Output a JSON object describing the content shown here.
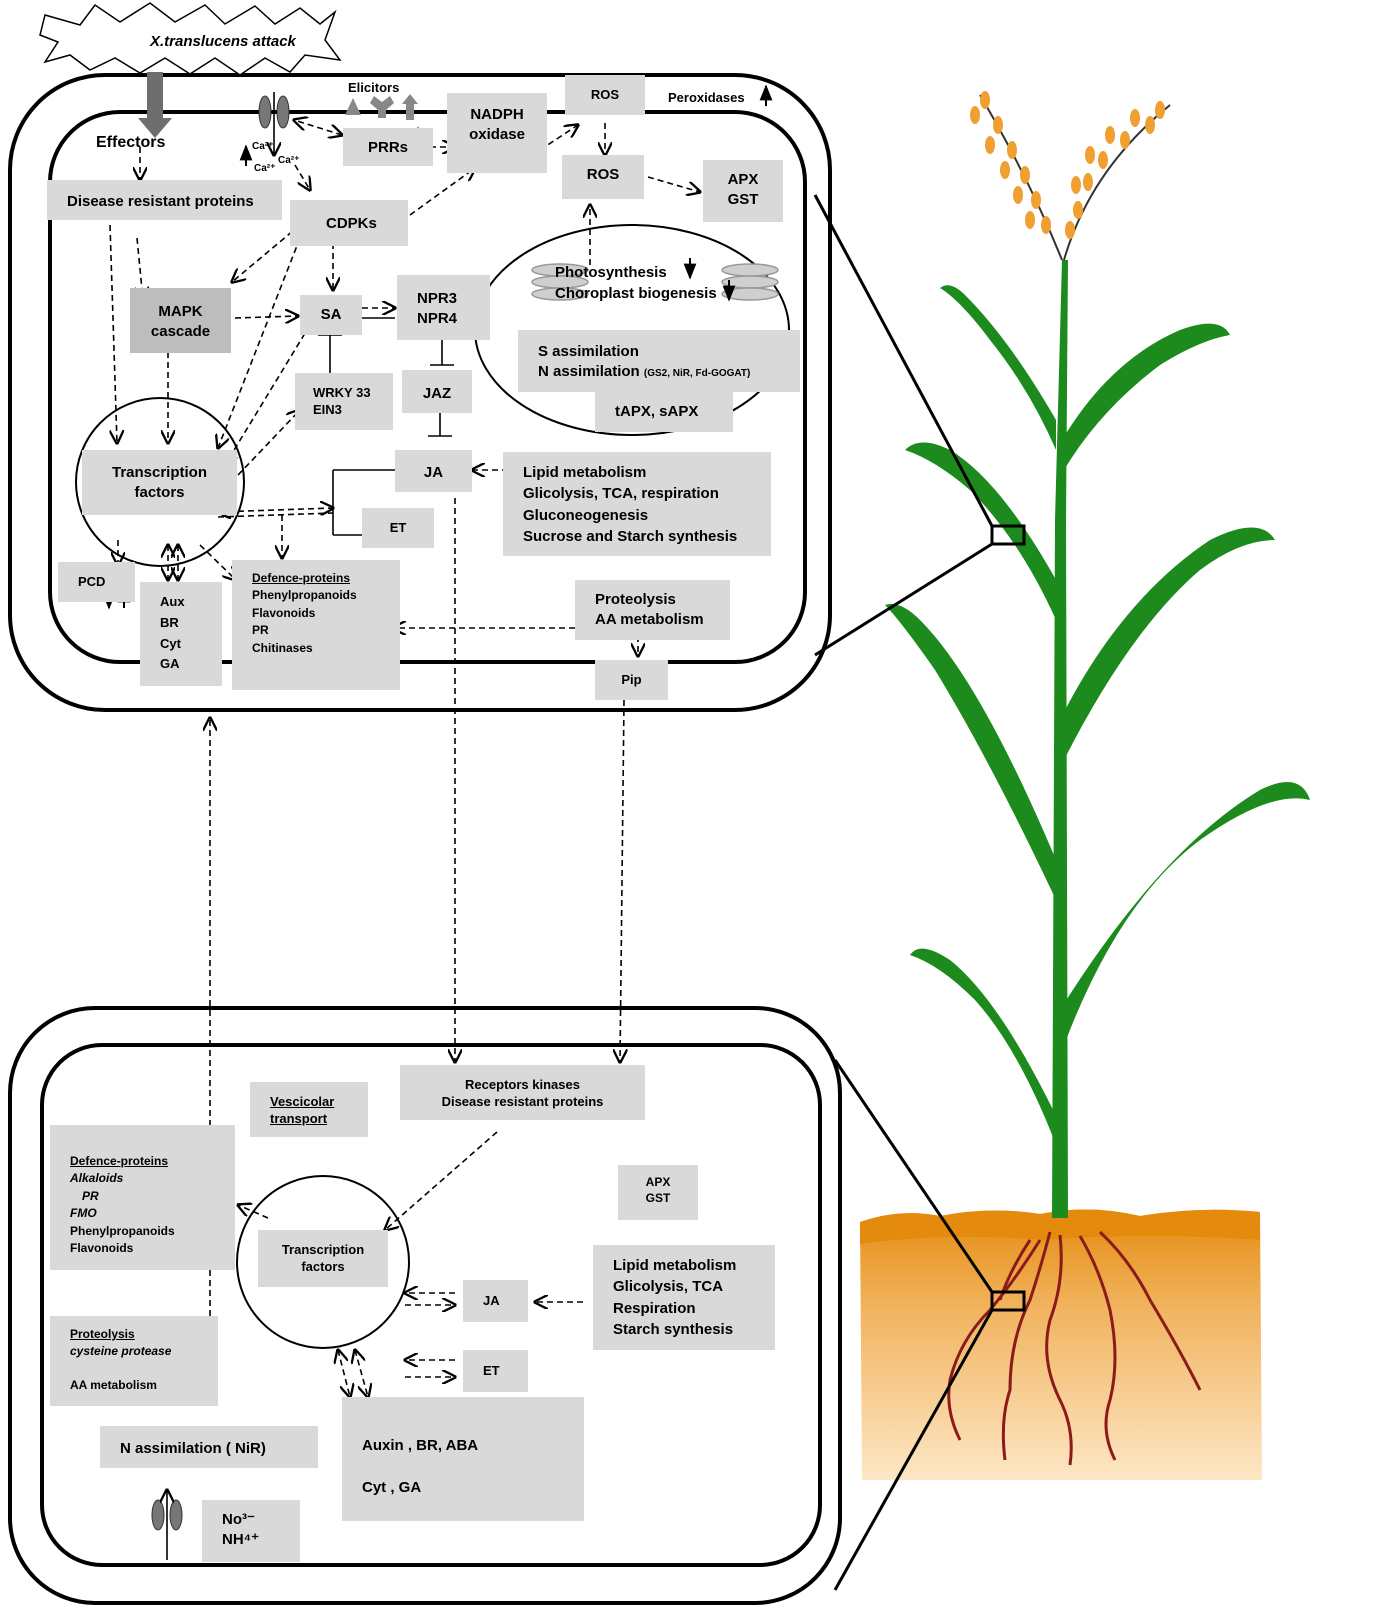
{
  "attack": {
    "label": "X.translucens attack"
  },
  "leaf": {
    "effectors": "Effectors",
    "elicitors": "Elicitors",
    "prrs": "PRRs",
    "ca1": "Ca²⁺",
    "ca2": "Ca²⁺",
    "ca3": "Ca²⁺",
    "nadph_1": "NADPH",
    "nadph_2": "oxidase",
    "ros_top": "ROS",
    "peroxidases": "Peroxidases",
    "ros": "ROS",
    "apx": "APX",
    "gst": "GST",
    "disease_resistant": "Disease resistant proteins",
    "cdpks": "CDPKs",
    "mapk_1": "MAPK",
    "mapk_2": "cascade",
    "sa": "SA",
    "npr3": "NPR3",
    "npr4": "NPR4",
    "photosynthesis": "Photosynthesis",
    "chloroplast": "Choroplast biogenesis",
    "s_assim": "S assimilation",
    "n_assim": "N assimilation",
    "n_assim_detail": "(GS2, NiR, Fd-GOGAT)",
    "tapx": "tAPX, sAPX",
    "wrky": "WRKY 33",
    "ein3": "EIN3",
    "jaz": "JAZ",
    "tf_1": "Transcription",
    "tf_2": "factors",
    "ja": "JA",
    "et": "ET",
    "lipid": "Lipid metabolism",
    "glycolysis": "Glicolysis, TCA, respiration",
    "gluconeo": "Gluconeogenesis",
    "sucrose": "Sucrose and Starch synthesis",
    "pcd": "PCD",
    "aux": "Aux",
    "br": "BR",
    "cyt": "Cyt",
    "ga": "GA",
    "defence_title": "Defence-proteins",
    "phenylpropanoids": "Phenylpropanoids",
    "flavonoids": "Flavonoids",
    "pr": "PR",
    "chitinases": "Chitinases",
    "proteolysis": "Proteolysis",
    "aa_metab": "AA metabolism",
    "pip": "Pip"
  },
  "root": {
    "vesicular_1": "Vescicolar",
    "vesicular_2": "transport",
    "receptors": "Receptors kinases",
    "disease_resistant": "Disease resistant proteins",
    "defence_title": "Defence-proteins",
    "alkaloids": "Alkaloids",
    "pr": "PR",
    "fmo": "FMO",
    "phenylpropanoids": "Phenylpropanoids",
    "flavonoids": "Flavonoids",
    "apx": "APX",
    "gst": "GST",
    "tf_1": "Transcription",
    "tf_2": "factors",
    "lipid": "Lipid metabolism",
    "glycolysis": "Glicolysis, TCA",
    "respiration": "Respiration",
    "starch": "Starch synthesis",
    "ja": "JA",
    "et": "ET",
    "proteolysis": "Proteolysis",
    "cysteine": "cysteine protease",
    "aa_metab": "AA metabolism",
    "n_assim": "N assimilation ( NiR)",
    "auxin_line": "Auxin ,   BR, ABA",
    "cyt_line": "Cyt ,  GA",
    "no3": "No³⁻",
    "nh4": "NH⁴⁺"
  },
  "colors": {
    "box_fill": "#d9d9d9",
    "mapk_fill": "#bdbdbd",
    "leaf_green": "#1d8a1d",
    "soil_orange": "#e48a0c",
    "root_red": "#8b1a1a",
    "grain_orange": "#f0a030"
  }
}
